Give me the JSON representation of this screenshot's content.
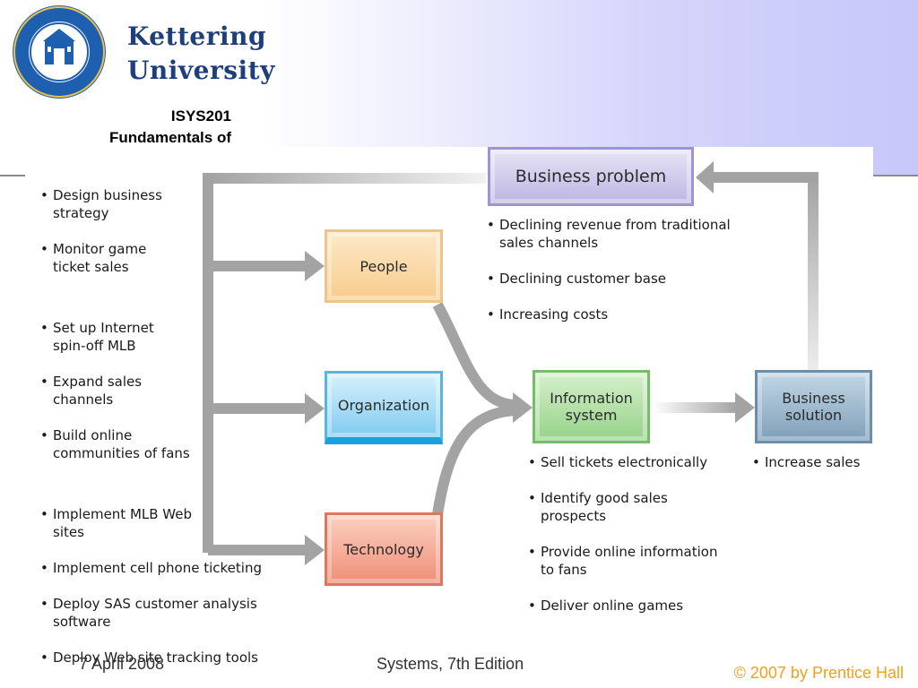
{
  "header": {
    "logo_line1": "Kettering",
    "logo_line2": "University",
    "course_code": "ISYS201",
    "course_title": "Fundamentals of"
  },
  "diagram": {
    "people": "People",
    "organization": "Organization",
    "technology": "Technology",
    "information_system_line1": "Information",
    "information_system_line2": "system",
    "business_solution_line1": "Business",
    "business_solution_line2": "solution",
    "business_problem": "Business problem"
  },
  "people_bullets": [
    [
      "Design business",
      "strategy"
    ],
    [
      "Monitor game",
      "ticket sales"
    ]
  ],
  "organization_bullets": [
    [
      "Set up Internet",
      "spin-off MLB"
    ],
    [
      "Expand sales",
      "channels"
    ],
    [
      "Build online",
      "communities of fans"
    ]
  ],
  "technology_bullets": [
    [
      "Implement MLB Web",
      "sites"
    ],
    [
      "Implement cell phone ticketing"
    ],
    [
      "Deploy SAS customer analysis",
      "software"
    ],
    [
      "Deploy Web site tracking tools"
    ]
  ],
  "problem_bullets": [
    [
      "Declining revenue from traditional",
      "sales channels"
    ],
    [
      "Declining customer base"
    ],
    [
      "Increasing costs"
    ]
  ],
  "info_system_bullets": [
    [
      "Sell tickets electronically"
    ],
    [
      "Identify good sales",
      "prospects"
    ],
    [
      "Provide online information",
      "to fans"
    ],
    [
      "Deliver online games"
    ]
  ],
  "solution_bullets": [
    [
      "Increase sales"
    ]
  ],
  "footer": {
    "date": "7 April 2008",
    "book": "Systems, 7th Edition",
    "copyright": "© 2007 by Prentice Hall"
  },
  "colors": {
    "brand_blue": "#1f3f7c",
    "copyright_orange": "#f0a21a",
    "arrow_gray": "#a3a3a3"
  }
}
